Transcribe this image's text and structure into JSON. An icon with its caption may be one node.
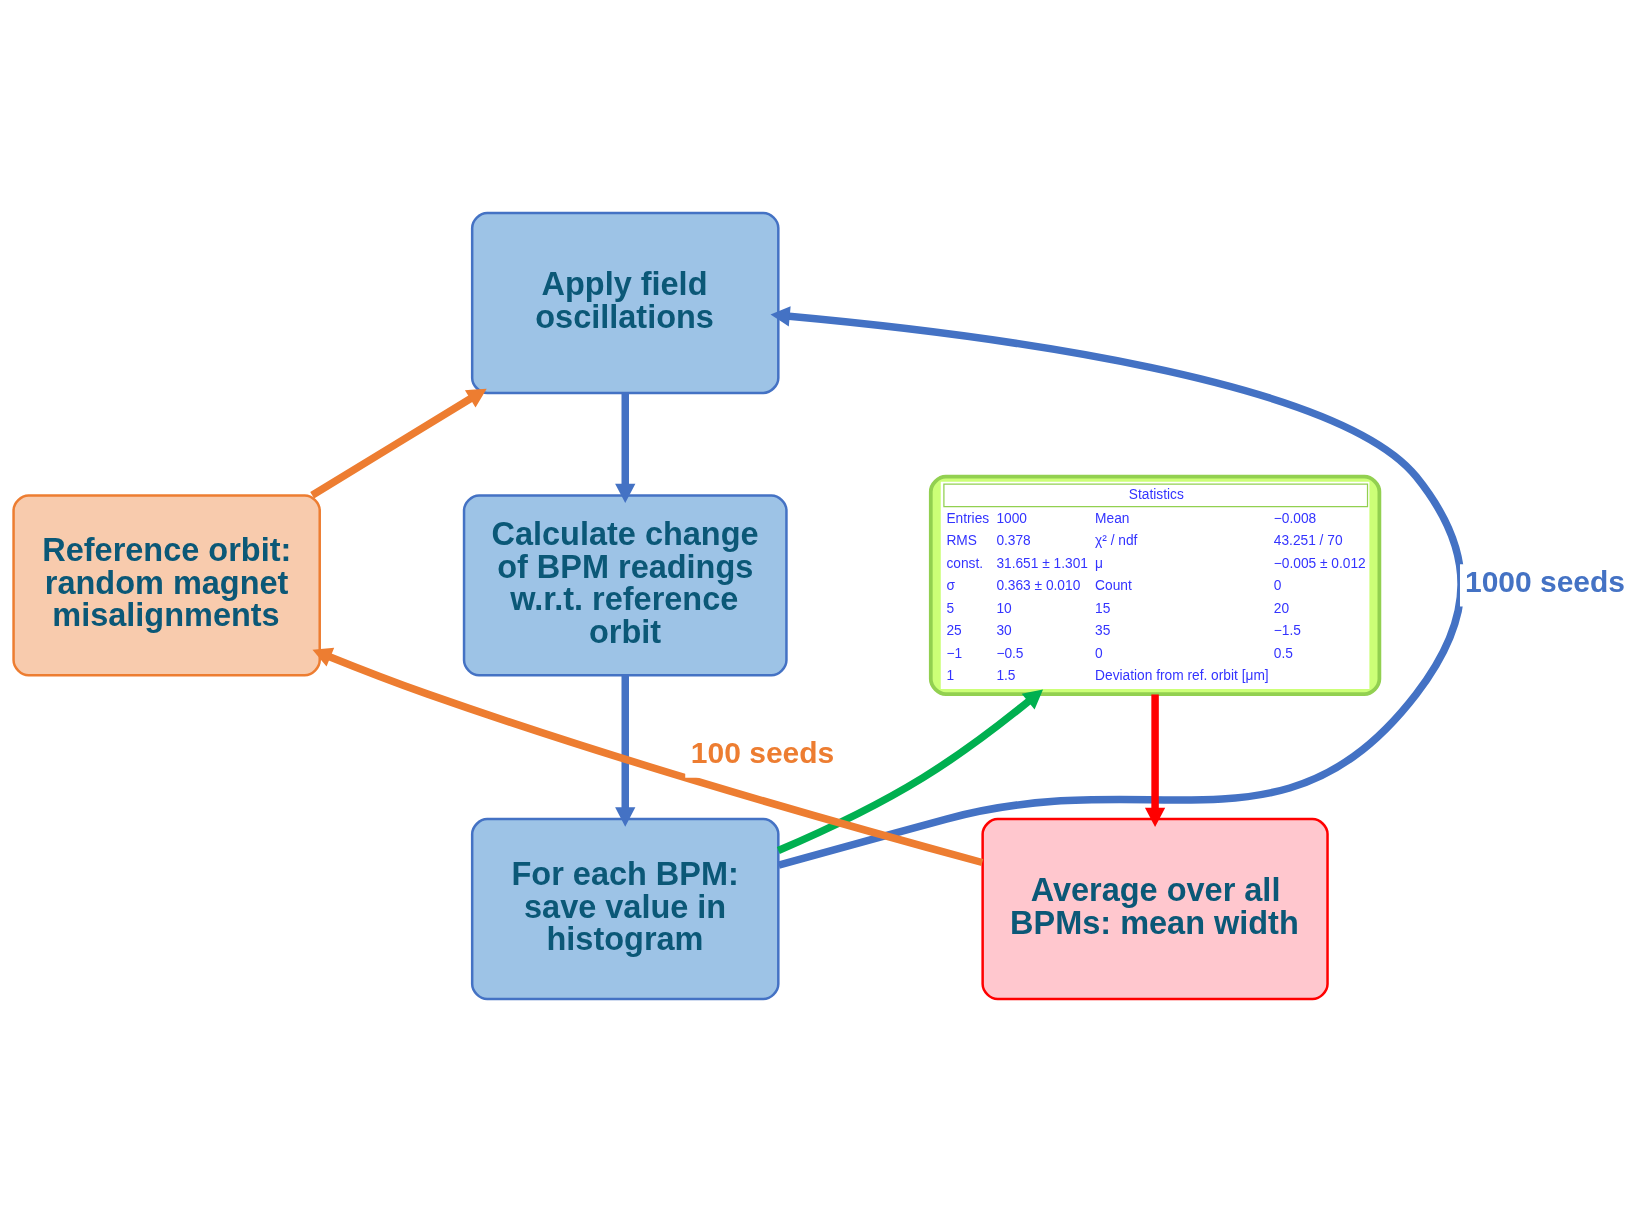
{
  "diagram": {
    "nodes": [
      {
        "text": [
          "Apply field oscillations"
        ]
      },
      {
        "text": [
          "Reference orbit: random magnet misalignments"
        ]
      },
      {
        "text": [
          "Calculate change of BPM readings w.r.t. reference orbit"
        ]
      },
      {
        "text": [
          "For each BPM: save value in histogram"
        ]
      },
      {
        "text": [
          "Statistics",
          "Entries",
          "1000",
          "Mean",
          "−0.008",
          "RMS",
          "0.378",
          "χ² / ndf",
          "43.251 / 70",
          "const.",
          "31.651 ± 1.301",
          "μ",
          "−0.005 ± 0.012",
          "σ",
          "0.363 ± 0.010",
          "Count",
          "0",
          "5",
          "10",
          "15",
          "20",
          "25",
          "30",
          "35",
          "−1.5",
          "−1",
          "−0.5",
          "0",
          "0.5",
          "1",
          "1.5",
          "Deviation from ref. orbit [μm]"
        ]
      },
      {
        "text": [
          "Average over all BPMs: mean width"
        ]
      }
    ],
    "edges": [
      {
        "from": 1,
        "to": 0,
        "arrow": "to",
        "color": "#ed7d31"
      },
      {
        "from": 0,
        "to": 2,
        "arrow": "to"
      },
      {
        "from": 2,
        "to": 3,
        "arrow": "to"
      },
      {
        "from": 3,
        "to": 0,
        "arrow": "to",
        "label": "1000 seeds"
      },
      {
        "from": 3,
        "to": 4,
        "arrow": "to",
        "color": "#00b050"
      },
      {
        "from": 4,
        "to": 5,
        "arrow": "to",
        "color": "#ff0000"
      },
      {
        "from": 5,
        "to": 1,
        "arrow": "to",
        "label": "100 seeds",
        "color": "#ed7d31"
      }
    ]
  }
}
